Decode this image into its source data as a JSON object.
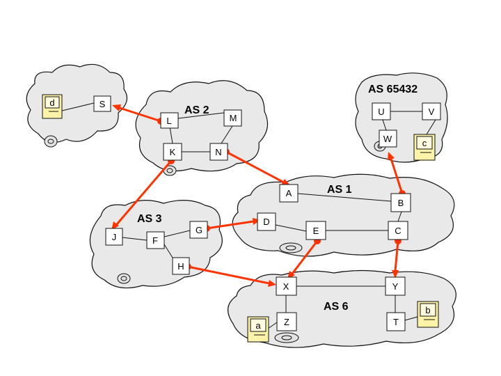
{
  "autonomous_systems": [
    {
      "id": "as1",
      "label": "AS 1"
    },
    {
      "id": "as2",
      "label": "AS 2"
    },
    {
      "id": "as3",
      "label": "AS 3"
    },
    {
      "id": "as6",
      "label": "AS 6"
    },
    {
      "id": "as65432",
      "label": "AS 65432"
    }
  ],
  "routers": {
    "S": "S",
    "L": "L",
    "M": "M",
    "K": "K",
    "N": "N",
    "U": "U",
    "V": "V",
    "W": "W",
    "A": "A",
    "B": "B",
    "D": "D",
    "E": "E",
    "C": "C",
    "J": "J",
    "F": "F",
    "G": "G",
    "H": "H",
    "X": "X",
    "Y": "Y",
    "Z": "Z",
    "T": "T"
  },
  "hosts": {
    "d": "d",
    "c": "c",
    "a": "a",
    "b": "b"
  },
  "colors": {
    "route": "#ff3300",
    "cloud": "#e9e9e9",
    "host": "#fdf3a8"
  }
}
